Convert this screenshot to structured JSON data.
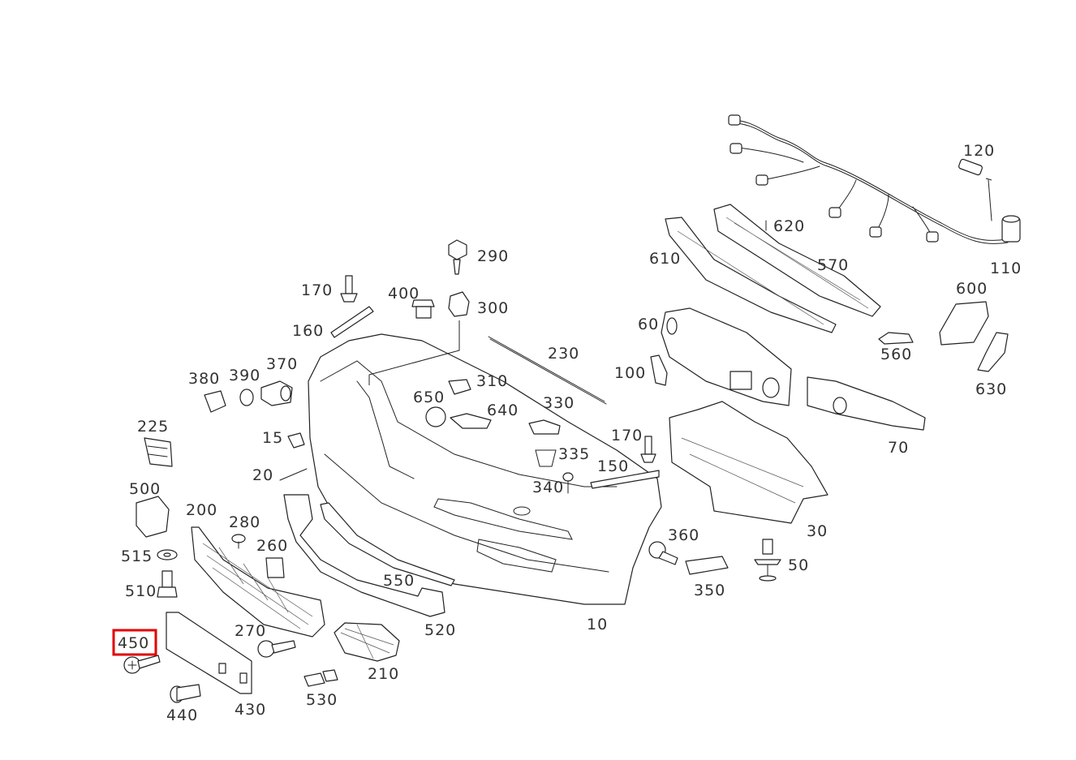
{
  "highlight": {
    "color": "#e00000",
    "callout": "450"
  },
  "callouts": {
    "c10": "10",
    "c20": "20",
    "c30": "30",
    "c50": "50",
    "c60": "60",
    "c70": "70",
    "c100": "100",
    "c110": "110",
    "c120": "120",
    "c150": "150",
    "c15": "15",
    "c160": "160",
    "c170a": "170",
    "c170b": "170",
    "c200": "200",
    "c210": "210",
    "c225": "225",
    "c230": "230",
    "c260": "260",
    "c270": "270",
    "c280": "280",
    "c290": "290",
    "c300": "300",
    "c310": "310",
    "c330": "330",
    "c335": "335",
    "c340": "340",
    "c350": "350",
    "c360": "360",
    "c370": "370",
    "c380": "380",
    "c390": "390",
    "c400": "400",
    "c430": "430",
    "c440": "440",
    "c450": "450",
    "c500": "500",
    "c510": "510",
    "c515": "515",
    "c520": "520",
    "c530": "530",
    "c550": "550",
    "c560": "560",
    "c570": "570",
    "c600": "600",
    "c610": "610",
    "c620": "620",
    "c630": "630",
    "c640": "640",
    "c650": "650"
  }
}
